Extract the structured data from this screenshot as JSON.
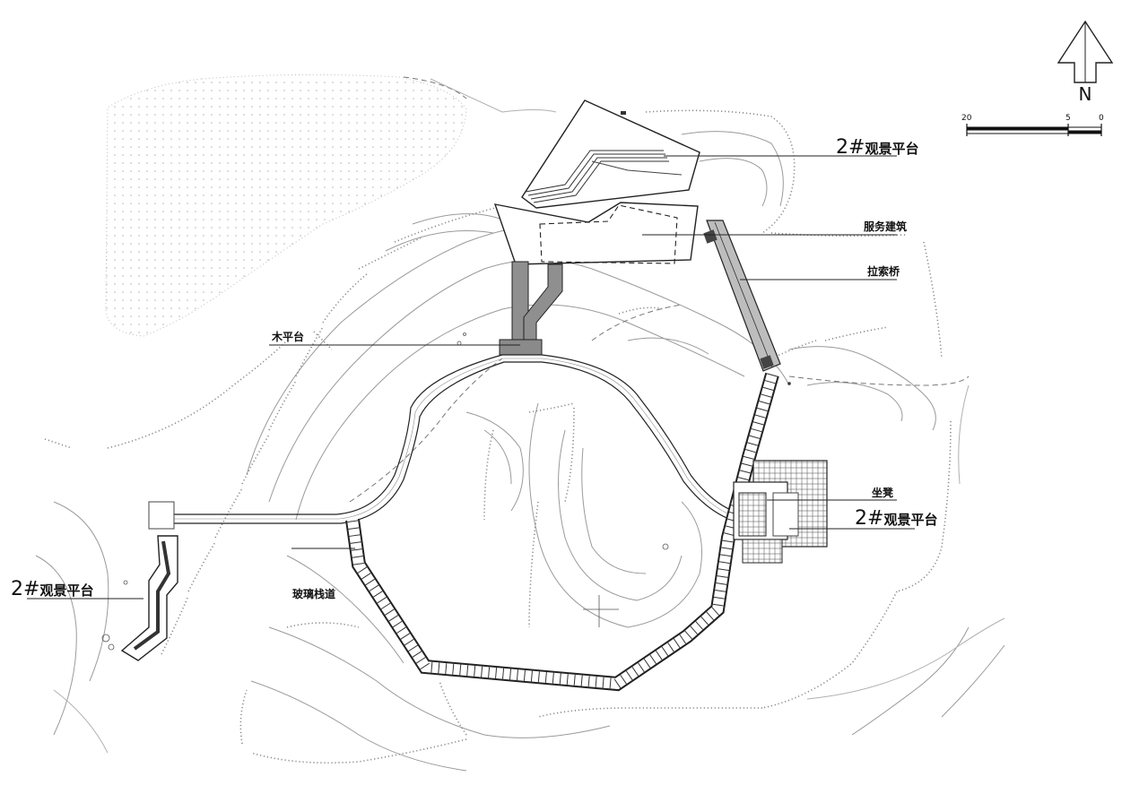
{
  "labels": {
    "platform_top": {
      "num": "2#",
      "text": "观景平台"
    },
    "service_building": "服务建筑",
    "cable_bridge": "拉索桥",
    "wood_platform": "木平台",
    "bench": "坐凳",
    "platform_right": {
      "num": "2#",
      "text": "观景平台"
    },
    "platform_left": {
      "num": "2#",
      "text": "观景平台"
    },
    "glass_walkway": "玻璃栈道"
  },
  "north_arrow": {
    "letter": "N"
  },
  "scale_bar": {
    "left": "20",
    "mid": "5",
    "right": "0"
  }
}
